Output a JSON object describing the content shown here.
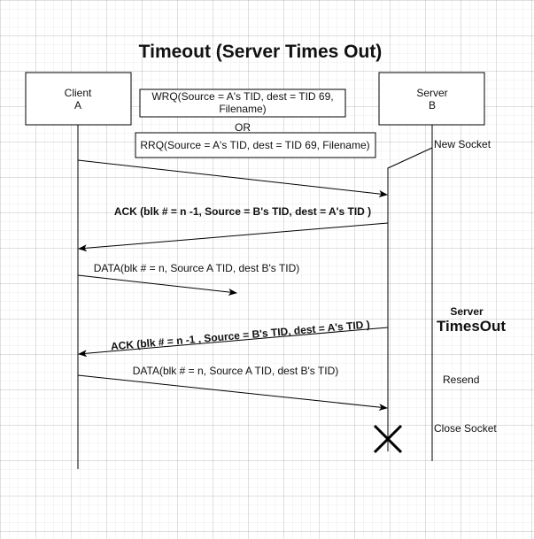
{
  "title": "Timeout (Server Times Out)",
  "client": {
    "line1": "Client",
    "line2": "A"
  },
  "server": {
    "line1": "Server",
    "line2": "B"
  },
  "requests": {
    "wrq_line1": "WRQ(Source = A's TID, dest = TID 69,",
    "wrq_line2": "Filename)",
    "or": "OR",
    "rrq": "RRQ(Source = A's TID, dest = TID 69, Filename)"
  },
  "messages": {
    "ack1": "ACK (blk # = n -1, Source = B's TID, dest = A's TID )",
    "data1": "DATA(blk # = n, Source A TID, dest B's TID)",
    "ack2": "ACK (blk # = n -1 , Source = B's TID, dest = A's TID )",
    "data2": "DATA(blk # = n, Source A TID, dest B's TID)"
  },
  "notes": {
    "new_socket": "New Socket",
    "server_times_out_line1": "Server",
    "server_times_out_line2": "TimesOut",
    "resend": "Resend",
    "close_socket": "Close Socket"
  }
}
